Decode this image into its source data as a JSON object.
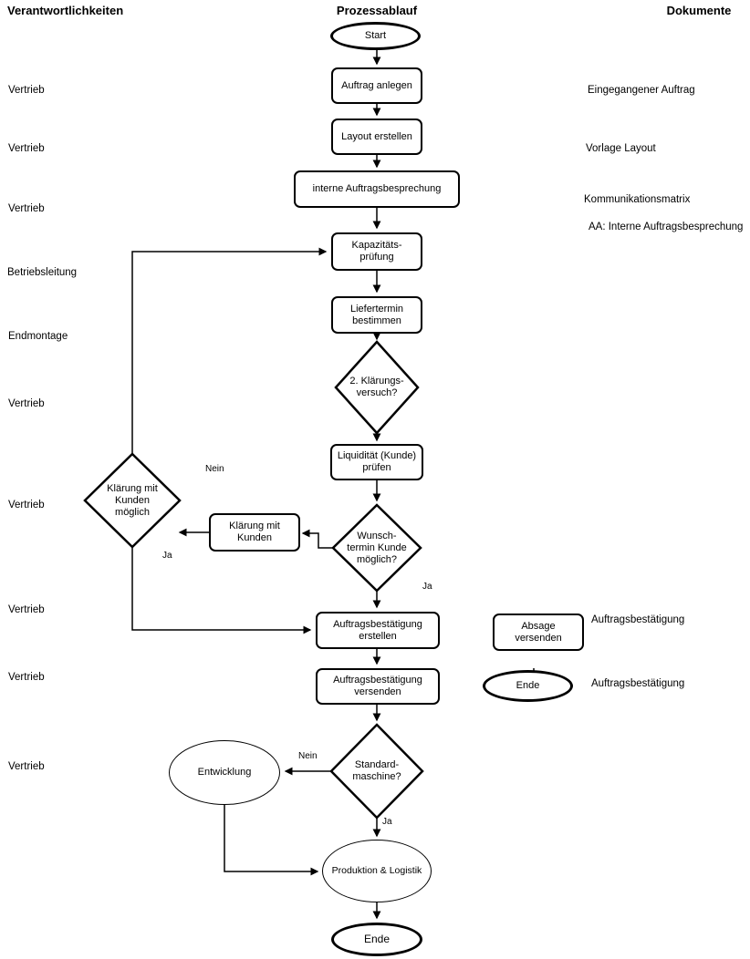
{
  "colors": {
    "stroke": "#000000",
    "background": "#ffffff",
    "text": "#000000"
  },
  "headers": {
    "responsibilities": "Verantwortlichkeiten",
    "process": "Prozessablauf",
    "documents": "Dokumente"
  },
  "responsibilities": [
    {
      "label": "Vertrieb"
    },
    {
      "label": "Vertrieb"
    },
    {
      "label": "Vertrieb"
    },
    {
      "label": "Betriebsleitung"
    },
    {
      "label": "Endmontage"
    },
    {
      "label": "Vertrieb"
    },
    {
      "label": "Vertrieb"
    },
    {
      "label": "Vertrieb"
    },
    {
      "label": "Vertrieb"
    },
    {
      "label": "Vertrieb"
    }
  ],
  "documents": [
    {
      "label": "Eingegangener Auftrag"
    },
    {
      "label": "Vorlage Layout"
    },
    {
      "label": "Kommunikationsmatrix"
    },
    {
      "label": "AA: Interne Auftragsbesprechung"
    },
    {
      "label": "Auftragsbestätigung"
    },
    {
      "label": "Auftragsbestätigung"
    }
  ],
  "nodes": {
    "start": {
      "label": "Start"
    },
    "auftrag_anlegen": {
      "label": "Auftrag anlegen"
    },
    "layout_erstellen": {
      "label": "Layout erstellen"
    },
    "interne_besprechung": {
      "label": "interne Auftragsbesprechung"
    },
    "kapazitaetspruefung": {
      "label": "Kapazitäts-\nprüfung"
    },
    "liefertermin": {
      "label": "Liefertermin\nbestimmen"
    },
    "klaerungsversuch": {
      "label": "2. Klärungs-\nversuch?"
    },
    "liquiditaet": {
      "label": "Liquidität (Kunde)\nprüfen"
    },
    "wunschtermin": {
      "label": "Wunsch-\ntermin Kunde\nmöglich?"
    },
    "klaerung_mit_kunden": {
      "label": "Klärung mit\nKunden"
    },
    "klaerung_moeglich": {
      "label": "Klärung mit\nKunden\nmöglich"
    },
    "auftragsbestaetigung_erstellen": {
      "label": "Auftragsbestätigung\nerstellen"
    },
    "auftragsbestaetigung_versenden": {
      "label": "Auftragsbestätigung\nversenden"
    },
    "absage_versenden": {
      "label": "Absage\nversenden"
    },
    "ende_rechts": {
      "label": "Ende"
    },
    "standardmaschine": {
      "label": "Standard-\nmaschine?"
    },
    "entwicklung": {
      "label": "Entwicklung"
    },
    "produktion_logistik": {
      "label": "Produktion & Logistik"
    },
    "ende": {
      "label": "Ende"
    }
  },
  "edge_labels": {
    "nein_klaerung": "Nein",
    "ja_klaerung": "Ja",
    "ja_wunschtermin": "Ja",
    "nein_standard": "Nein",
    "ja_standard": "Ja"
  }
}
